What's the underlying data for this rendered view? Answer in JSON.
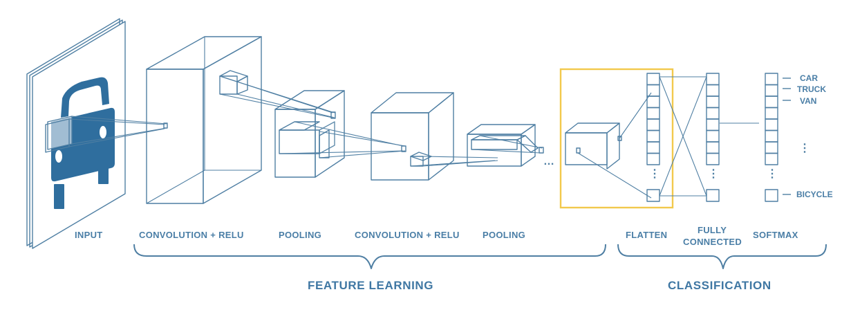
{
  "colors": {
    "line": "#4f7fa3",
    "text": "#4a7ea6",
    "car": "#2f6e9e",
    "highlight": "#f2c94c"
  },
  "stages": {
    "input": "INPUT",
    "conv1": "CONVOLUTION + RELU",
    "pool1": "POOLING",
    "conv2": "CONVOLUTION + RELU",
    "pool2": "POOLING",
    "flatten": "FLATTEN",
    "fully_connected_line1": "FULLY",
    "fully_connected_line2": "CONNECTED",
    "softmax": "SOFTMAX"
  },
  "groups": {
    "feature_learning": "FEATURE LEARNING",
    "classification": "CLASSIFICATION"
  },
  "outputs": [
    "CAR",
    "TRUCK",
    "VAN",
    "BICYCLE"
  ],
  "ellipsis": "…",
  "vdots": "⋮",
  "icons": {
    "input_image": "car-icon"
  }
}
